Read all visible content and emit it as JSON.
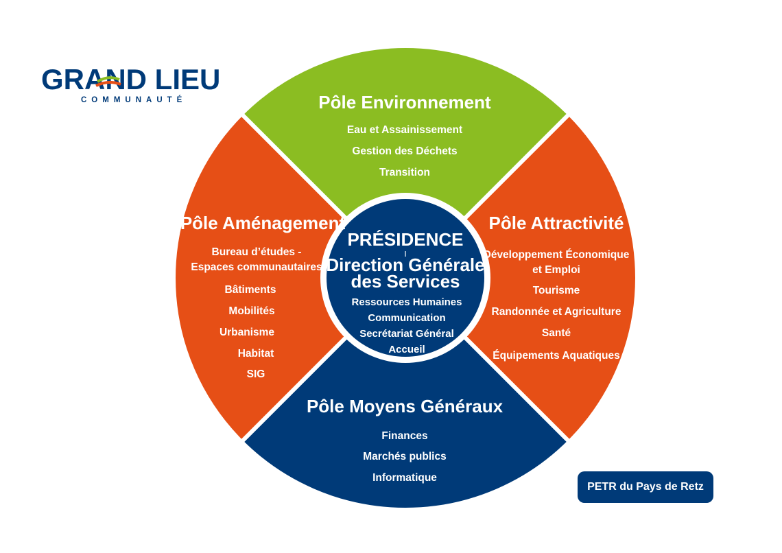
{
  "logo": {
    "name": "GRAND LIEU",
    "subtitle": "COMMUNAUTÉ"
  },
  "colors": {
    "green": "#8bbd22",
    "orange": "#e64f16",
    "navy": "#003a78",
    "white": "#ffffff"
  },
  "center": {
    "title": "PRÉSIDENCE",
    "subtitle_lines": [
      "Direction Générale",
      "des Services"
    ],
    "items": [
      "Ressources Humaines",
      "Communication",
      "Secrétariat Général",
      "Accueil"
    ]
  },
  "poles": {
    "top": {
      "title": "Pôle Environnement",
      "items": [
        "Eau et Assainissement",
        "Gestion des Déchets",
        "Transition"
      ]
    },
    "left": {
      "title": "Pôle Aménagement",
      "items": [
        "Bureau d’études -",
        "Espaces communautaires",
        "Bâtiments",
        "Mobilités",
        "Urbanisme",
        "Habitat",
        "SIG"
      ]
    },
    "right": {
      "title": "Pôle Attractivité",
      "items": [
        "Développement Économique",
        "et Emploi",
        "Tourisme",
        "Randonnée et Agriculture",
        "Santé",
        "Équipements Aquatiques"
      ]
    },
    "bottom": {
      "title": "Pôle Moyens Généraux",
      "items": [
        "Finances",
        "Marchés publics",
        "Informatique"
      ]
    }
  },
  "badge": {
    "label": "PETR du Pays de Retz"
  }
}
